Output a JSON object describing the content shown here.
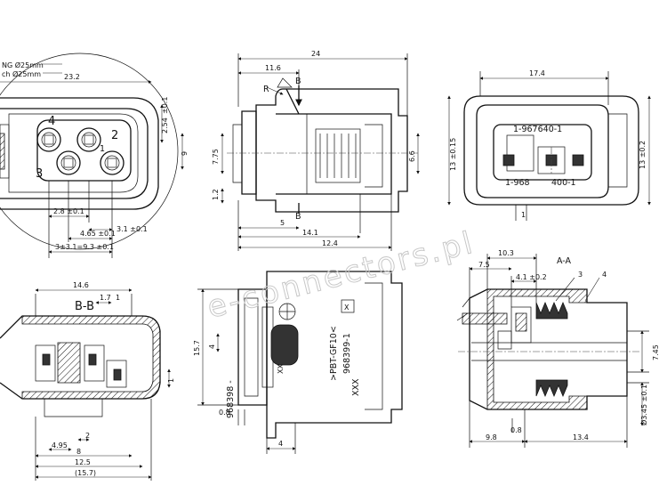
{
  "watermark": "e-connectors.pl",
  "front_view": {
    "note_line1": "NG Ø25mm",
    "note_line2": "ch Ø25mm",
    "pin_4": "4",
    "pin_2": "2",
    "pin_3": "3",
    "pin_1": "1",
    "dims": {
      "width": "23.2",
      "tol_a": "±0.1",
      "row_offset": "2.54",
      "right": "9",
      "d1": "2.8 ±0.1",
      "d2": "3.1 ±0.1",
      "d3": "4.65 ±0.1",
      "d4": "3±3.1=9.3 ±0.1"
    }
  },
  "side_view": {
    "section_mark": "B",
    "radius_note": "R",
    "dims": {
      "total": "24",
      "upper": "11.6",
      "height_a": "7.75",
      "height_b": "6.6",
      "small": "1.2",
      "five": "5",
      "lower_a": "14.1",
      "lower_b": "12.4"
    }
  },
  "end_view": {
    "label_top": "1-967640-1",
    "label_bottom_left": "1-968",
    "label_bottom_right": "400-1",
    "dims": {
      "width": "17.4",
      "height_left": "13 ±0.15",
      "height_right": "13 ±0.2",
      "bottom": "1"
    }
  },
  "section_bb": {
    "title": "B-B",
    "dims": {
      "top": "14.6",
      "a": "1.7",
      "b": "1",
      "right": "1",
      "c": "2",
      "d": "4.95",
      "e": "8",
      "f": "12.5",
      "g": "(15.7)"
    }
  },
  "marking_view": {
    "text_material": ">PBT-GF10<",
    "text_part": "968399-1",
    "text_code_a": "XXX",
    "text_code_b": "XX",
    "text_side": "968398 -",
    "box_mark": "X",
    "dims": {
      "height": "15.7",
      "small": "4",
      "gap": "0.8",
      "bottom": "4"
    }
  },
  "section_aa": {
    "title": "A-A",
    "callout_3": "3",
    "callout_4": "4",
    "dims": {
      "top": "10.3",
      "a": "7.5",
      "b": "4.1 ±0.2",
      "dia_a": "7.45",
      "dia_b": "Ø3.45 ±0.1",
      "gap": "0.8",
      "left": "9.8",
      "right": "13.4"
    }
  }
}
